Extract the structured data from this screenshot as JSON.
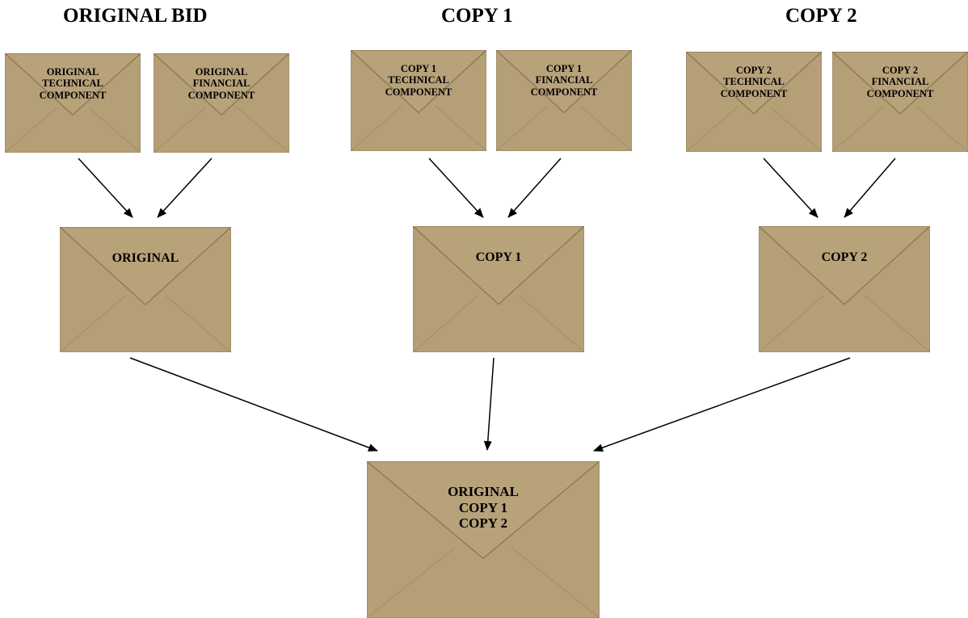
{
  "headings": {
    "original": "ORIGINAL BID",
    "copy1": "COPY 1",
    "copy2": "COPY 2"
  },
  "envelopes": {
    "original_technical": [
      "ORIGINAL",
      "TECHNICAL",
      "COMPONENT"
    ],
    "original_financial": [
      "ORIGINAL",
      "FINANCIAL",
      "COMPONENT"
    ],
    "copy1_technical": [
      "COPY 1",
      "TECHNICAL",
      "COMPONENT"
    ],
    "copy1_financial": [
      "COPY 1",
      "FINANCIAL",
      "COMPONENT"
    ],
    "copy2_technical": [
      "COPY 2",
      "TECHNICAL",
      "COMPONENT"
    ],
    "copy2_financial": [
      "COPY 2",
      "FINANCIAL",
      "COMPONENT"
    ],
    "original": [
      "ORIGINAL"
    ],
    "copy1": [
      "COPY 1"
    ],
    "copy2": [
      "COPY 2"
    ],
    "final": [
      "ORIGINAL",
      "COPY 1",
      "COPY 2"
    ]
  },
  "colors": {
    "envelope": "#b59f77",
    "flap_shadow": "#8f7a55",
    "arrow": "#000000"
  }
}
